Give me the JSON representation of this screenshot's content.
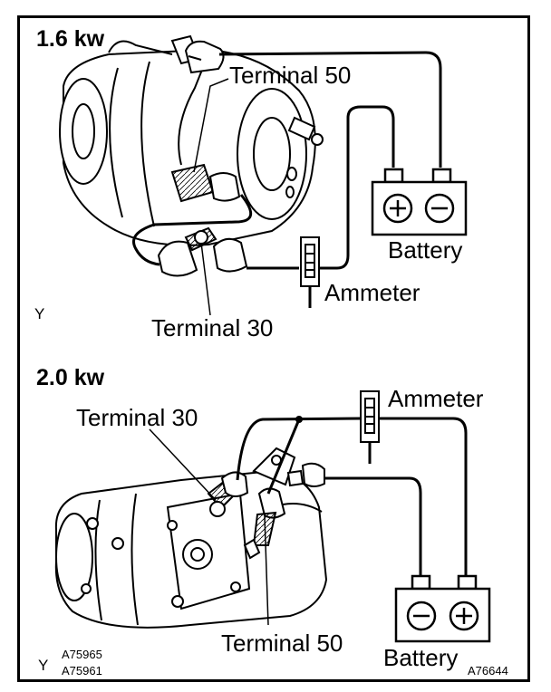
{
  "sections": [
    {
      "heading": "1.6 kw",
      "terminal_50": "Terminal 50",
      "terminal_30": "Terminal 30",
      "battery": "Battery",
      "ammeter": "Ammeter",
      "mark": "Y"
    },
    {
      "heading": "2.0 kw",
      "terminal_30": "Terminal 30",
      "terminal_50": "Terminal 50",
      "battery": "Battery",
      "ammeter": "Ammeter",
      "mark": "Y"
    }
  ],
  "codes": {
    "code_1": "A75965",
    "code_2": "A75961",
    "code_3": "A76644"
  },
  "battery_symbols": {
    "plus": "+",
    "minus": "−"
  }
}
